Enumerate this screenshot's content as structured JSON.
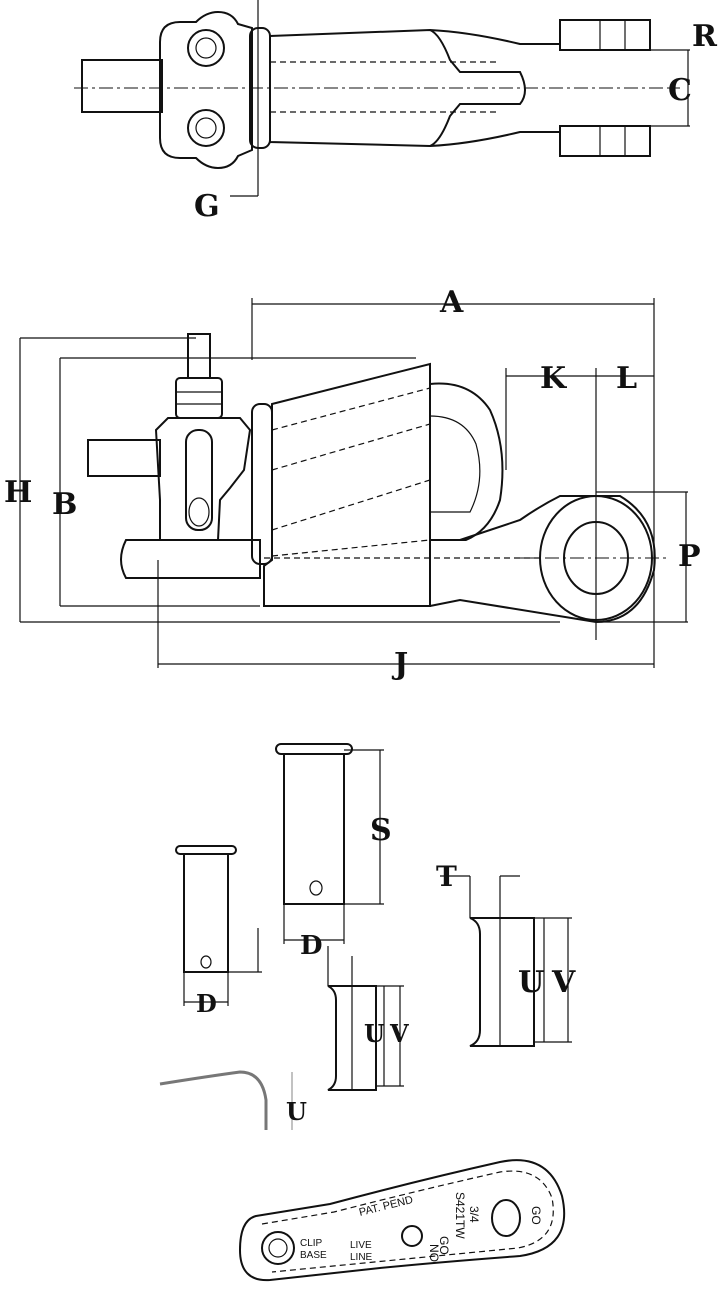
{
  "labels": {
    "R": "R",
    "C": "C",
    "G": "G",
    "A": "A",
    "K": "K",
    "L": "L",
    "H": "H",
    "B": "B",
    "P": "P",
    "J": "J",
    "S": "S",
    "D1": "D",
    "D2": "D",
    "T": "T",
    "U1": "U",
    "V1": "V",
    "U2": "U",
    "V2": "V",
    "U3": "U"
  },
  "gauge": {
    "clip_base": [
      "CLIP",
      "BASE"
    ],
    "live_line": [
      "LIVE",
      "LINE"
    ],
    "pat_pend": "PAT. PEND",
    "no_go": [
      "NO",
      "GO"
    ],
    "fraction": "3/4",
    "model": "S421TW",
    "go": "GO"
  }
}
